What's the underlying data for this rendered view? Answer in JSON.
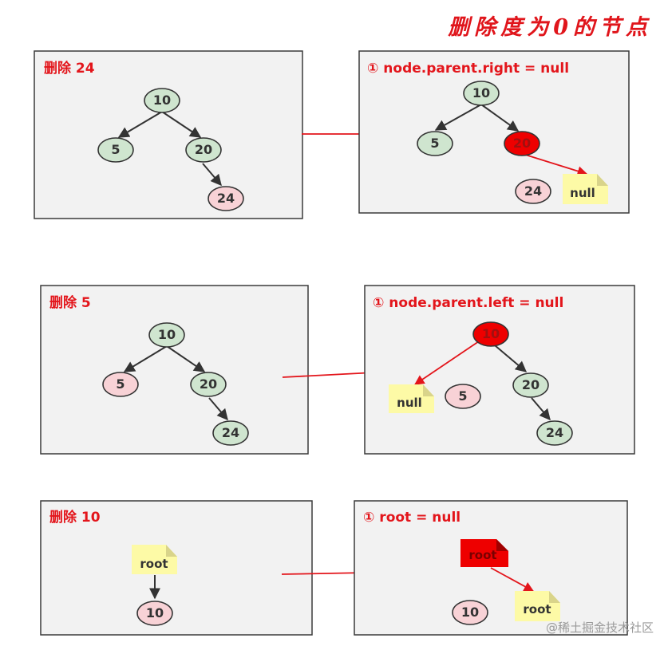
{
  "title": "删除度为0的节点",
  "watermark": "@稀土掘金技术社区",
  "colors": {
    "accent_red": "#e3151b",
    "node_green": "#cfe5cf",
    "node_pink": "#f8d2d6",
    "node_red": "#ee0000",
    "note_yellow": "#fdfaa6"
  },
  "rows": [
    {
      "before": {
        "label": "删除 24",
        "root": "10",
        "left": "5",
        "right": "20",
        "target": "24"
      },
      "after": {
        "label": "① node.parent.right = null",
        "root": "10",
        "left": "5",
        "right": "20",
        "removed": "24",
        "null_note": "null"
      }
    },
    {
      "before": {
        "label": "删除 5",
        "root": "10",
        "target": "5",
        "right": "20",
        "right_child": "24"
      },
      "after": {
        "label": "① node.parent.left = null",
        "root": "10",
        "null_note": "null",
        "removed": "5",
        "right": "20",
        "right_child": "24"
      }
    },
    {
      "before": {
        "label": "删除 10",
        "root_note": "root",
        "target": "10"
      },
      "after": {
        "label": "① root = null",
        "root_note_red": "root",
        "root_note": "root",
        "removed": "10"
      }
    }
  ]
}
